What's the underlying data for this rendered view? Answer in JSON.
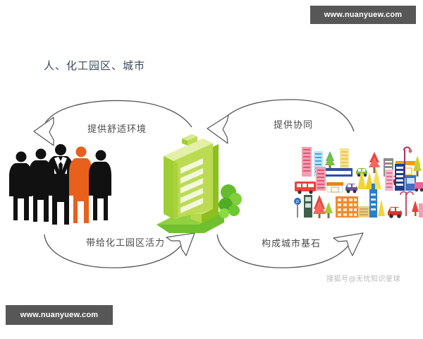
{
  "title": "人、化工园区、城市",
  "watermarks": {
    "top_right": "www.nuanyuew.com",
    "bottom_left": "www.nuanyuew.com"
  },
  "attribution": "搜狐号@无忧知识星球",
  "diagram": {
    "type": "cycle-relationship",
    "nodes": [
      {
        "id": "people",
        "name": "business-people-silhouettes",
        "count": 5,
        "highlight_index": 3,
        "colors": [
          "#111111",
          "#111111",
          "#111111",
          "#e8601c",
          "#111111"
        ]
      },
      {
        "id": "park",
        "name": "green-chemical-park-building",
        "colors": [
          "#a8d324",
          "#c6e06a",
          "#8cc01e",
          "#e9f3c4"
        ]
      },
      {
        "id": "city",
        "name": "colorful-city-illustration",
        "colors": [
          "#e8607f",
          "#3fa9e0",
          "#f2c94c",
          "#2e4f9e",
          "#e84c3d",
          "#f39c12",
          "#7bc043"
        ]
      }
    ],
    "arrows": [
      {
        "id": "tl",
        "label": "提供舒适环境",
        "from": "park",
        "to": "people",
        "position": "top-left",
        "direction": "left"
      },
      {
        "id": "tr",
        "label": "提供协同",
        "from": "city",
        "to": "park",
        "position": "top-right",
        "direction": "left"
      },
      {
        "id": "bl",
        "label": "带给化工园区活力",
        "from": "people",
        "to": "park",
        "position": "bottom-left",
        "direction": "right"
      },
      {
        "id": "br",
        "label": "构成城市基石",
        "from": "park",
        "to": "city",
        "position": "bottom-right",
        "direction": "right"
      }
    ]
  },
  "colors": {
    "watermark_bg": "#575757",
    "watermark_text": "#ffffff",
    "title_text": "#3c4a5a",
    "label_text": "#4a4a4a",
    "attribution_text": "#b9b9b9",
    "arrow_stroke": "#555555",
    "background": "#ffffff"
  }
}
